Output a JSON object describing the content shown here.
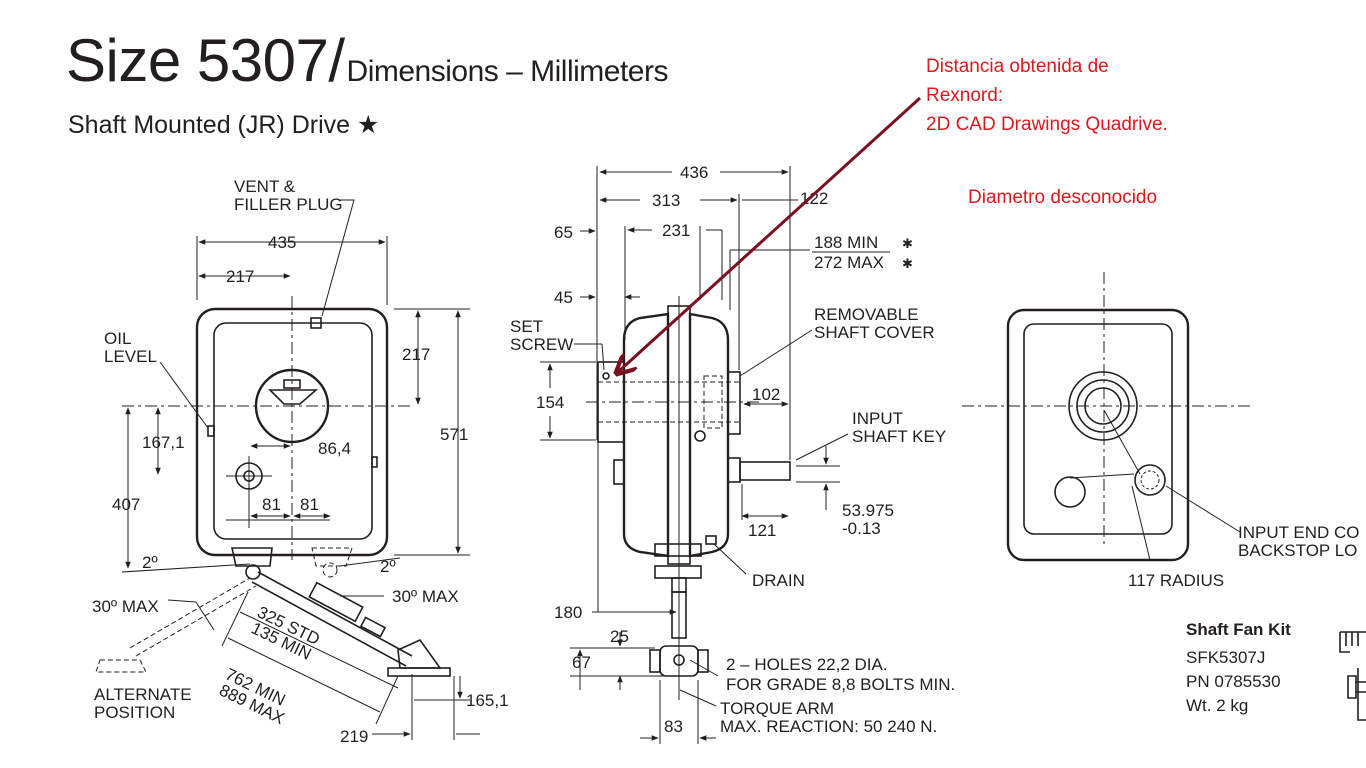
{
  "title": {
    "size": "Size 5307",
    "slash": "/",
    "units": "Dimensions – Millimeters",
    "subtitle": "Shaft Mounted (JR) Drive ★"
  },
  "annotation": {
    "line1": "Distancia obtenida de",
    "line2": "Rexnord:",
    "line3": "2D CAD Drawings Quadrive.",
    "note": "Diametro desconocido",
    "color": "#e0181e"
  },
  "front_view": {
    "vent_plug_1": "VENT &",
    "vent_plug_2": "FILLER PLUG",
    "oil_level_1": "OIL",
    "oil_level_2": "LEVEL",
    "dim_435": "435",
    "dim_217_top": "217",
    "dim_217_right": "217",
    "dim_571": "571",
    "dim_167": "167,1",
    "dim_86": "86,4",
    "dim_407": "407",
    "dim_81a": "81",
    "dim_81b": "81",
    "angle_2_left": "2º",
    "angle_2_right": "2º",
    "angle_30_left": "30º MAX",
    "angle_30_right": "30º MAX",
    "arm_325": "325 STD",
    "arm_135": "135 MIN",
    "arm_762": "762 MIN",
    "arm_889": "889 MAX",
    "alt_pos_1": "ALTERNATE",
    "alt_pos_2": "POSITION",
    "dim_165": "165,1",
    "dim_219": "219"
  },
  "side_view": {
    "dim_436": "436",
    "dim_313": "313",
    "dim_122": "122",
    "dim_65": "65",
    "dim_231": "231",
    "dim_188": "188 MIN",
    "dim_272": "272 MAX",
    "asterisk": "✱",
    "dim_45": "45",
    "set_screw_1": "SET",
    "set_screw_2": "SCREW",
    "removable_1": "REMOVABLE",
    "removable_2": "SHAFT COVER",
    "dim_154": "154",
    "dim_102": "102",
    "input_key_1": "INPUT",
    "input_key_2": "SHAFT KEY",
    "dim_53": "53.975",
    "dim_013": "-0.13",
    "dim_121": "121",
    "drain": "DRAIN",
    "dim_180": "180",
    "dim_25": "25",
    "dim_67": "67",
    "holes_1": "2 – HOLES 22,2 DIA.",
    "holes_2": "FOR GRADE 8,8 BOLTS MIN.",
    "dim_83": "83",
    "torque_1": "TORQUE ARM",
    "torque_2": "MAX. REACTION: 50 240 N."
  },
  "end_view": {
    "radius": "117 RADIUS",
    "backstop_1": "INPUT END CO",
    "backstop_2": "BACKSTOP LO"
  },
  "fan_kit": {
    "title": "Shaft Fan Kit",
    "model": "SFK5307J",
    "pn": "PN 0785530",
    "weight": "Wt. 2 kg"
  }
}
